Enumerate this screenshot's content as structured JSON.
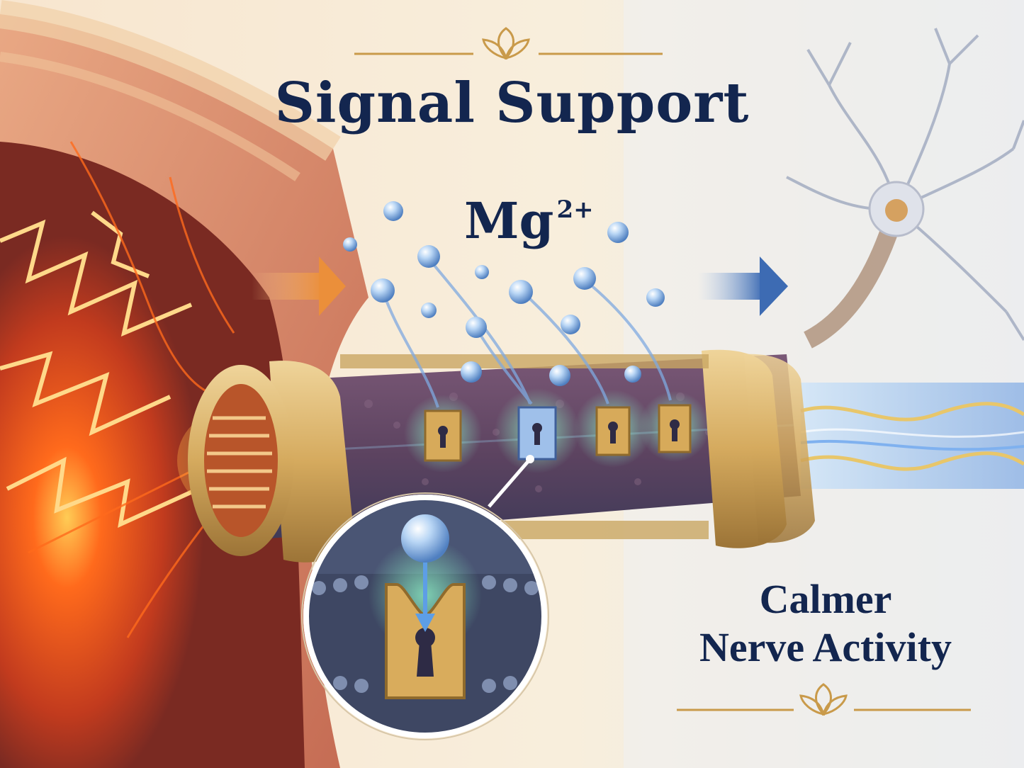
{
  "title": "Signal Support",
  "ion": {
    "symbol": "Mg",
    "charge": "2+"
  },
  "result": {
    "line1": "Calmer",
    "line2": "Nerve Activity"
  },
  "colors": {
    "title": "#13264f",
    "background": "#f7ecd9",
    "gold": "#c99a4a",
    "excited": "#ff5a1f",
    "calm": "#5d9ee6",
    "ion": "#8fb8e8",
    "sheath": "#d7b26a",
    "axon": "#5b3e5c"
  },
  "icons": [
    "lotus-ornament-icon",
    "arrow-right-icon",
    "keyhole-channel-icon",
    "neuron-icon",
    "lightning-icon"
  ]
}
